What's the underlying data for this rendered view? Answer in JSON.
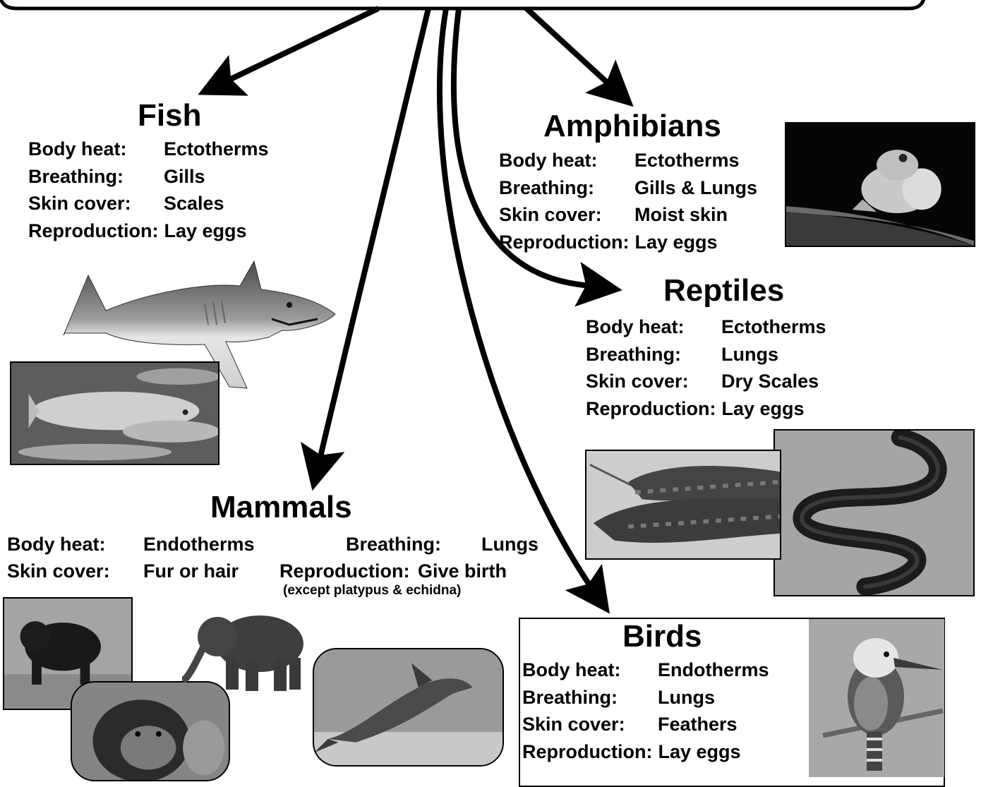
{
  "groups": {
    "fish": {
      "title": "Fish",
      "facts": [
        {
          "label": "Body heat:",
          "value": "Ectotherms"
        },
        {
          "label": "Breathing:",
          "value": "Gills"
        },
        {
          "label": "Skin cover:",
          "value": "Scales"
        },
        {
          "label": "Reproduction:",
          "value": "Lay eggs"
        }
      ]
    },
    "amphibians": {
      "title": "Amphibians",
      "facts": [
        {
          "label": "Body heat:",
          "value": "Ectotherms"
        },
        {
          "label": "Breathing:",
          "value": "Gills & Lungs"
        },
        {
          "label": "Skin cover:",
          "value": "Moist skin"
        },
        {
          "label": "Reproduction:",
          "value": "Lay eggs"
        }
      ]
    },
    "reptiles": {
      "title": "Reptiles",
      "facts": [
        {
          "label": "Body heat:",
          "value": "Ectotherms"
        },
        {
          "label": "Breathing:",
          "value": "Lungs"
        },
        {
          "label": "Skin cover:",
          "value": "Dry Scales"
        },
        {
          "label": "Reproduction:",
          "value": "Lay eggs"
        }
      ]
    },
    "mammals": {
      "title": "Mammals",
      "facts": [
        {
          "label": "Body heat:",
          "value": "Endotherms"
        },
        {
          "label": "Breathing:",
          "value": "Lungs"
        },
        {
          "label": "Skin cover:",
          "value": "Fur or hair"
        },
        {
          "label": "Reproduction:",
          "value": "Give birth"
        }
      ],
      "note": "(except platypus & echidna)"
    },
    "birds": {
      "title": "Birds",
      "facts": [
        {
          "label": "Body heat:",
          "value": "Endotherms"
        },
        {
          "label": "Breathing:",
          "value": "Lungs"
        },
        {
          "label": "Skin cover:",
          "value": "Feathers"
        },
        {
          "label": "Reproduction:",
          "value": "Lay eggs"
        }
      ]
    }
  },
  "icons": {
    "shark": "shark-icon",
    "school_of_fish": "fish-school-photo",
    "frog": "frog-photo",
    "lizards": "blue-tongue-lizard-photo",
    "snake": "snake-photo",
    "bear": "bear-photo",
    "chimpanzee": "chimpanzee-photo",
    "elephant": "elephant-icon",
    "dolphin": "dolphin-photo",
    "kookaburra": "kookaburra-photo"
  },
  "colors": {
    "ink": "#000000",
    "paper": "#ffffff",
    "photo_dark": "#111111",
    "photo_grey": "#9a9a9a"
  }
}
